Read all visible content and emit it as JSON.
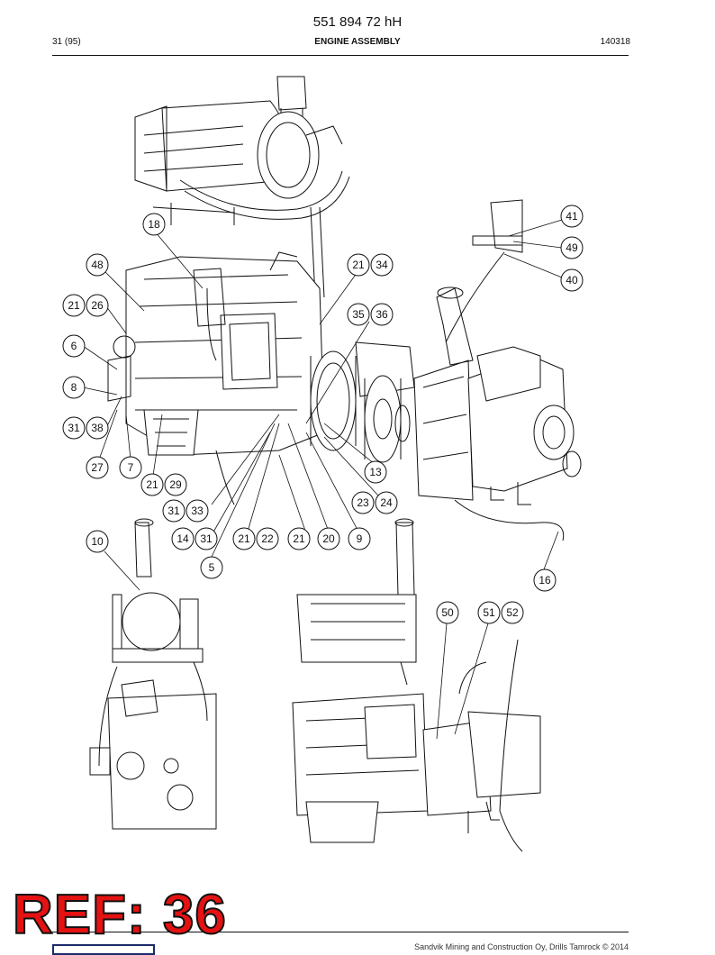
{
  "header": {
    "doc_number": "551 894 72 hH",
    "page": "31 (95)",
    "section_title": "ENGINE ASSEMBLY",
    "date_code": "140318"
  },
  "stamp": {
    "text": "REF: 36",
    "color": "#e41212"
  },
  "footer": {
    "copyright": "Sandvik Mining and Construction Oy, Drills Tamrock © 2014"
  },
  "callouts": {
    "c18": "18",
    "c48": "48",
    "c21a": "21",
    "c34": "34",
    "c41": "41",
    "c49": "49",
    "c40": "40",
    "c21b": "21",
    "c26": "26",
    "c35": "35",
    "c36": "36",
    "c6": "6",
    "c8": "8",
    "c31a": "31",
    "c38": "38",
    "c27": "27",
    "c7": "7",
    "c21c": "21",
    "c29": "29",
    "c13": "13",
    "c23": "23",
    "c24": "24",
    "c31b": "31",
    "c33": "33",
    "c10": "10",
    "c14": "14",
    "c31c": "31",
    "c21d": "21",
    "c22": "22",
    "c21e": "21",
    "c20": "20",
    "c9": "9",
    "c5": "5",
    "c16": "16",
    "c50": "50",
    "c51": "51",
    "c52": "52"
  }
}
